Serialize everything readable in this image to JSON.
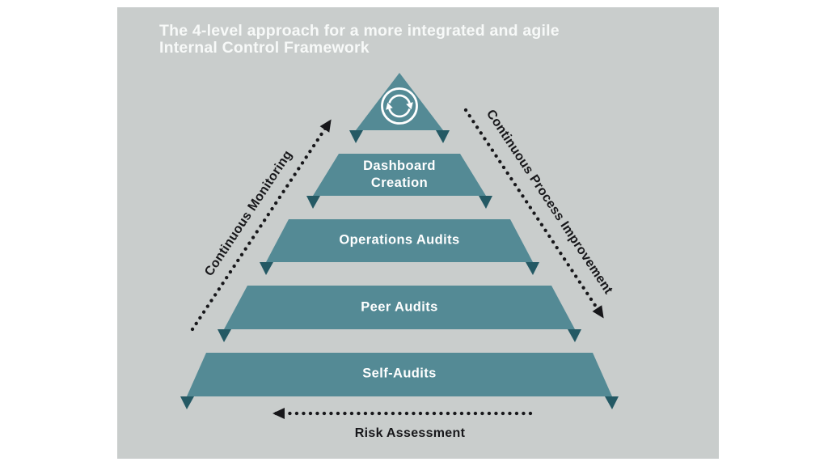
{
  "title": {
    "line1": "The 4-level approach for a more integrated and agile",
    "line2": "Internal Control Framework"
  },
  "pyramid": {
    "levels": [
      {
        "label": "",
        "icon": "refresh-cycle-icon"
      },
      {
        "label": "Dashboard Creation"
      },
      {
        "label": "Operations Audits"
      },
      {
        "label": "Peer Audits"
      },
      {
        "label": "Self-Audits"
      }
    ]
  },
  "arrows": {
    "left": {
      "label": "Continuous Monitoring",
      "direction": "up-right"
    },
    "right": {
      "label": "Continuous Process Improvement",
      "direction": "down-right"
    },
    "bottom": {
      "label": "Risk Assessment",
      "direction": "left"
    }
  },
  "colors": {
    "page_bg": "#ffffff",
    "panel_bg": "#c9cdcc",
    "teal": "#548a95",
    "flap_dark": "#245964",
    "arrow_ink": "#17171a",
    "title_text": "#f7f9f8",
    "level_text": "#ffffff"
  }
}
